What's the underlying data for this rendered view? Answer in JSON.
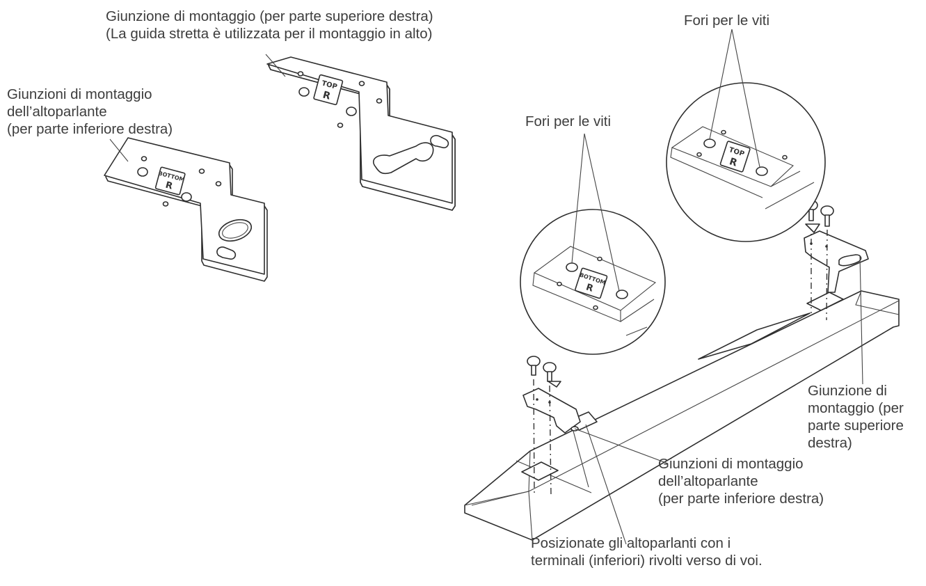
{
  "labels": {
    "top_center_line1": "Giunzione di montaggio (per parte superiore destra)",
    "top_center_line2": "(La guida stretta è utilizzata per il montaggio in alto)",
    "left_line1": "Giunzioni di montaggio",
    "left_line2": "dell’altoparlante",
    "left_line3": "(per parte inferiore destra)",
    "screw_holes_top": "Fori per le viti",
    "screw_holes_mid": "Fori per le viti",
    "right_line1": "Giunzione di",
    "right_line2": "montaggio (per",
    "right_line3": "parte superiore",
    "right_line4": "destra)",
    "bottom_mid_line1": "Giunzioni di montaggio",
    "bottom_mid_line2": "dell’altoparlante",
    "bottom_mid_line3": "(per parte inferiore destra)",
    "bottom_line1": "Posizionate gli altoparlanti con i",
    "bottom_line2": "terminali (inferiori) rivolti verso di voi."
  },
  "plate_marks": {
    "top": "TOP",
    "bottom": "BOTTOM",
    "right": "R"
  }
}
